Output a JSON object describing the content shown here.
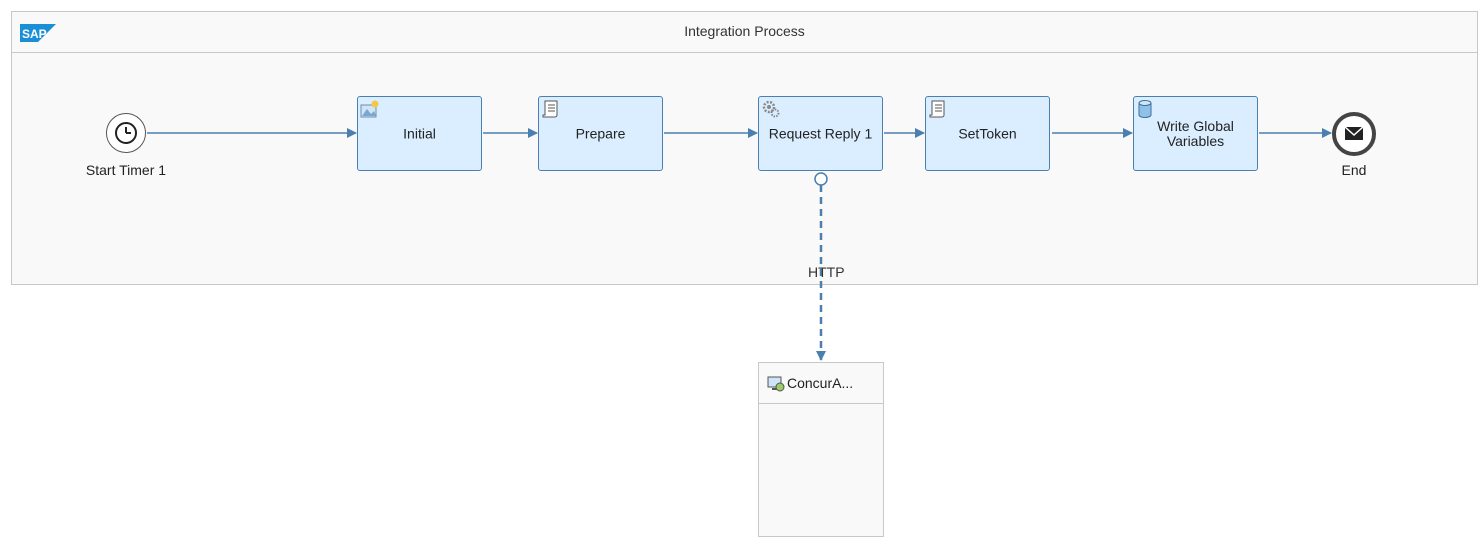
{
  "process": {
    "title": "Integration Process",
    "logo_text": "SAP"
  },
  "start_event": {
    "label": "Start Timer 1",
    "icon": "clock-icon"
  },
  "end_event": {
    "label": "End",
    "icon": "envelope-icon"
  },
  "steps": [
    {
      "label": "Initial",
      "icon": "content-modifier-icon"
    },
    {
      "label": "Prepare",
      "icon": "script-icon"
    },
    {
      "label": "Request Reply 1",
      "icon": "gear-icon"
    },
    {
      "label": "SetToken",
      "icon": "script-icon"
    },
    {
      "label": "Write Global Variables",
      "icon": "datastore-icon"
    }
  ],
  "message_flow": {
    "label": "HTTP"
  },
  "receiver": {
    "label": "ConcurA...",
    "icon": "receiver-system-icon"
  },
  "colors": {
    "step_fill": "#dbeeff",
    "step_border": "#4a7fb0",
    "connector": "#4a7fb0"
  }
}
